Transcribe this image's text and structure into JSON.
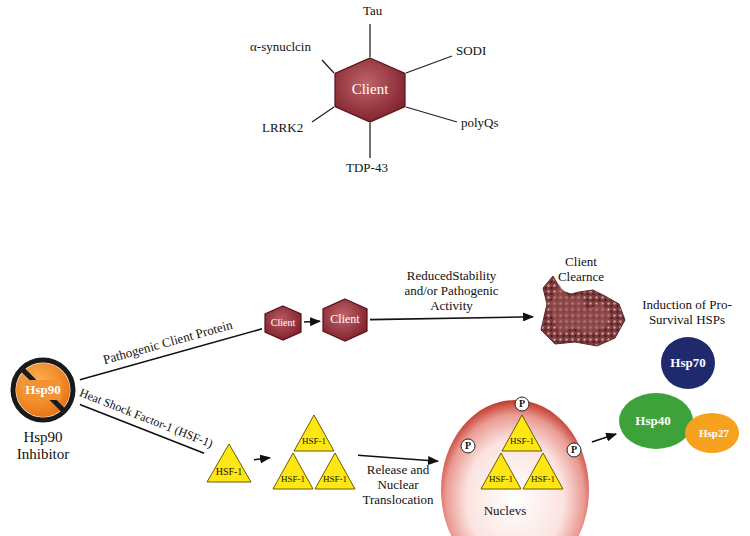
{
  "diagram": {
    "nodes": [
      {
        "text": [
          "Client"
        ]
      },
      {
        "text": [
          "Hsp90",
          "Hsp90 Inhibitor"
        ]
      },
      {
        "text": [
          "Client"
        ]
      },
      {
        "text": [
          "Client"
        ]
      },
      {
        "text": [
          "Client Clearnce"
        ]
      },
      {
        "text": [
          "HSF-1"
        ]
      },
      {
        "text": [
          "HSF-1",
          "HSF-1",
          "HSF-1"
        ]
      },
      {
        "text": [
          "Nuclevs"
        ]
      },
      {
        "text": [
          "HSF-1",
          "HSF-1",
          "HSF-1"
        ],
        "in": 7
      },
      {
        "text": [
          "P"
        ],
        "in": 7
      },
      {
        "text": [
          "P"
        ],
        "in": 7
      },
      {
        "text": [
          "P"
        ],
        "in": 7
      },
      {
        "text": [
          "Hsp70"
        ]
      },
      {
        "text": [
          "Hsp40"
        ]
      },
      {
        "text": [
          "Hsp27"
        ]
      }
    ],
    "edges": [
      {
        "from": 1,
        "to": 2,
        "label": "Pathogenic Client Protein",
        "arrow": "none"
      },
      {
        "from": 2,
        "to": 3,
        "arrow": "to"
      },
      {
        "from": 3,
        "to": 4,
        "label": "ReducedStability and/or Pathogenic Activity",
        "arrow": "to"
      },
      {
        "from": 1,
        "to": 5,
        "label": "Heat Shock Factor-1 (HSF-1)",
        "arrow": "none"
      },
      {
        "from": 5,
        "to": 6,
        "arrow": "to"
      },
      {
        "from": 6,
        "to": 7,
        "label": "Release and Nuclear Translocation",
        "arrow": "to"
      },
      {
        "from": 7,
        "to": 13,
        "arrow": "to"
      }
    ],
    "labels": [
      "Tau",
      "SODI",
      "polyQs",
      "TDP-43",
      "LRRK2",
      "α-synuclcin",
      "Induction of Pro-Survival HSPs"
    ]
  }
}
